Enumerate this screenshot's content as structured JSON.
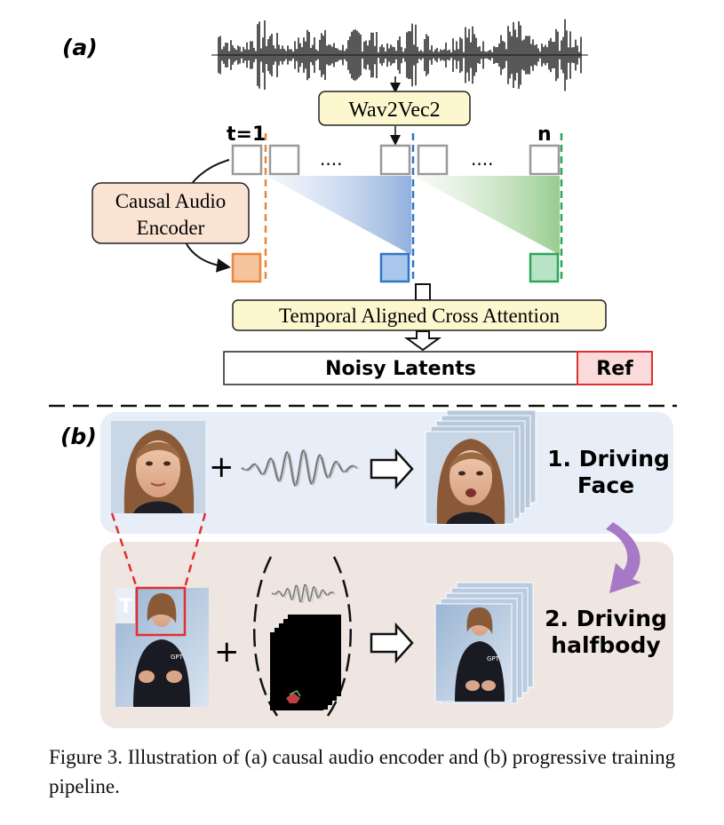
{
  "panel_a": {
    "label": "(a)",
    "t_start": "t=1",
    "t_end": "n",
    "dots_left": "....",
    "dots_right": "....",
    "wav2vec": "Wav2Vec2",
    "encoder_line1": "Causal Audio",
    "encoder_line2": "Encoder",
    "cross_attention": "Temporal Aligned Cross Attention",
    "noisy_latents": "Noisy Latents",
    "ref": "Ref"
  },
  "panel_b": {
    "label": "(b)",
    "plus": "+",
    "stage1_line1": "1. Driving",
    "stage1_line2": "Face",
    "stage2_line1": "2. Driving",
    "stage2_line2": "halfbody",
    "logo_text": "GPT"
  },
  "caption": "Figure 3. Illustration of (a) causal audio encoder and (b) progressive training pipeline.",
  "colors": {
    "orange": "#e8863a",
    "blue": "#2f77c4",
    "green": "#2aa55a",
    "red": "#e03030",
    "wav2vec_fill": "#fcf7cf",
    "encoder_fill": "#fbe3d3",
    "stage1_bg": "#e8eef8",
    "stage2_bg": "#efe6e1",
    "purple": "#a678c6"
  }
}
